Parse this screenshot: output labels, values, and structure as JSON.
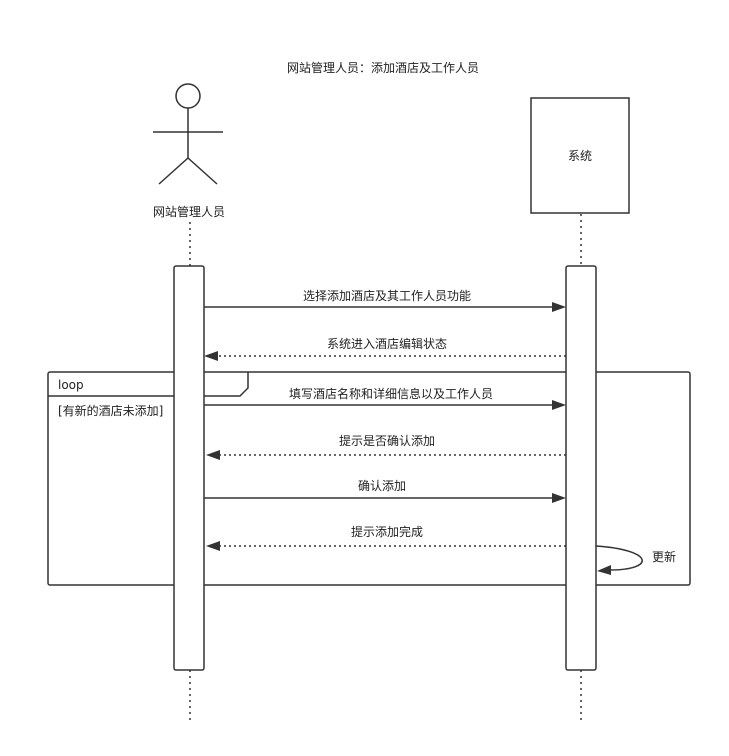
{
  "title": "网站管理人员：添加酒店及工作人员",
  "actor": {
    "label": "网站管理人员"
  },
  "system": {
    "label": "系统"
  },
  "loop": {
    "keyword": "loop",
    "guard": "[有新的酒店未添加]"
  },
  "messages": [
    {
      "label": "选择添加酒店及其工作人员功能",
      "kind": "sync"
    },
    {
      "label": "系统进入酒店编辑状态",
      "kind": "return"
    },
    {
      "label": "填写酒店名称和详细信息以及工作人员",
      "kind": "sync"
    },
    {
      "label": "提示是否确认添加",
      "kind": "return"
    },
    {
      "label": "确认添加",
      "kind": "sync"
    },
    {
      "label": "提示添加完成",
      "kind": "return"
    },
    {
      "label": "更新",
      "kind": "self"
    }
  ]
}
